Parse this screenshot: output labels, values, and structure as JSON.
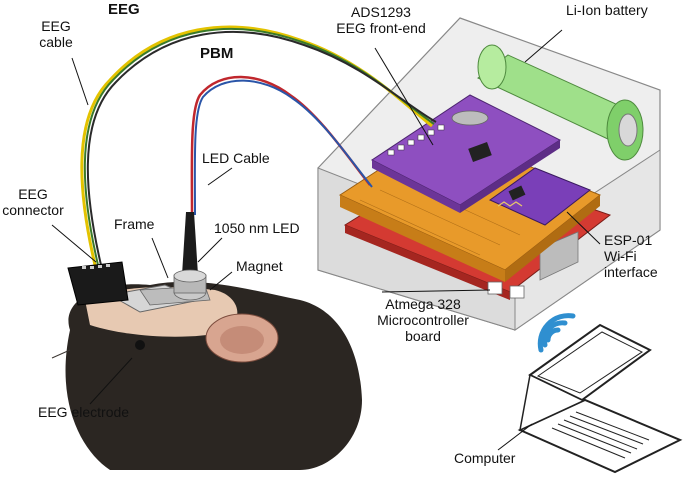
{
  "labels": {
    "eeg_title": "EEG",
    "pbm_title": "PBM",
    "eeg_cable": [
      "EEG",
      "cable"
    ],
    "ads": [
      "ADS1293",
      "EEG front-end"
    ],
    "battery": "Li-Ion battery",
    "led_cable": "LED Cable",
    "eeg_connector": [
      "EEG",
      "connector"
    ],
    "frame": "Frame",
    "led": "1050 nm LED",
    "magnet": "Magnet",
    "esp": [
      "ESP-01",
      "Wi-Fi",
      "interface"
    ],
    "atmega": [
      "Atmega 328",
      "Microcontroller",
      "board"
    ],
    "eeg_electrode": "EEG electrode",
    "computer": "Computer"
  },
  "colors": {
    "pcb_purple": "#8e4fc0",
    "shield_orange": "#e89a2a",
    "arduino_red": "#d43a32",
    "battery_green": "#9fe08a",
    "wifi_blue": "#2f8fd0",
    "mouse_fur": "#2b2622"
  }
}
